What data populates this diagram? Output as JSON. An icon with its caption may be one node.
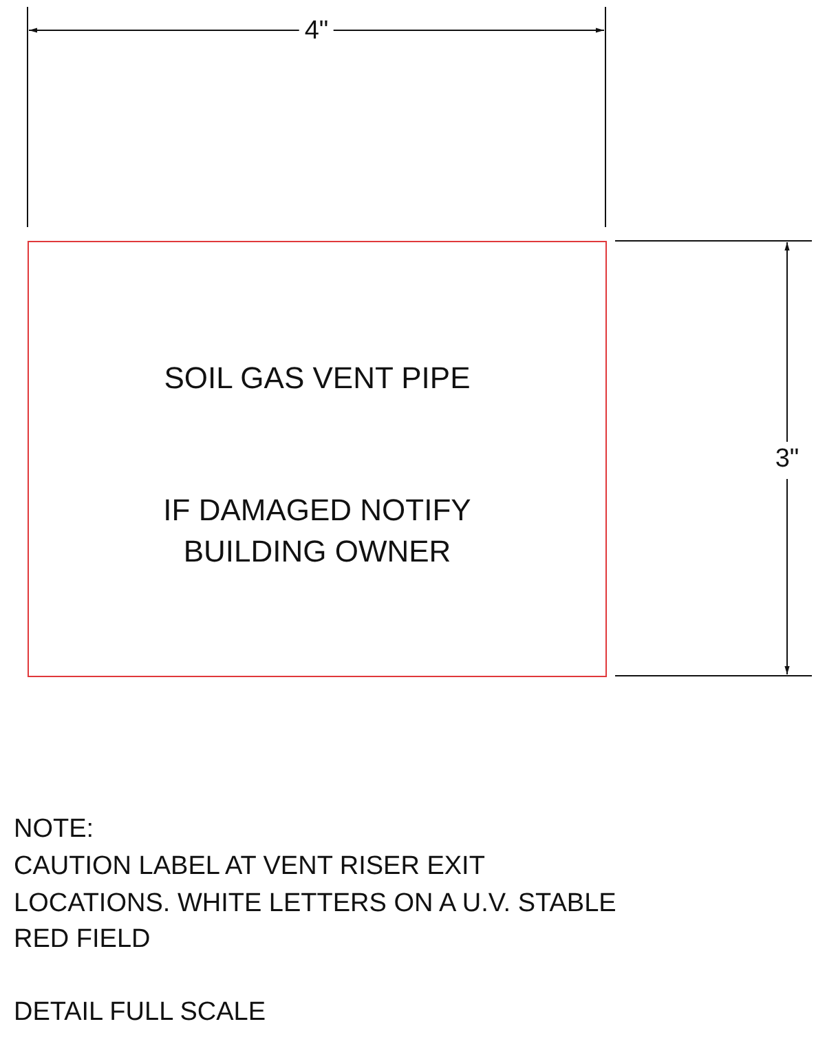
{
  "diagram": {
    "nodes": [
      {
        "text": [
          "SOIL GAS VENT PIPE",
          "IF DAMAGED NOTIFY BUILDING OWNER"
        ]
      }
    ],
    "edges": [],
    "labels": [
      "4\"",
      "3\"",
      "NOTE:",
      "CAUTION LABEL AT VENT RISER EXIT LOCATIONS. WHITE LETTERS ON A U.V. STABLE RED FIELD",
      "DETAIL FULL SCALE"
    ]
  }
}
